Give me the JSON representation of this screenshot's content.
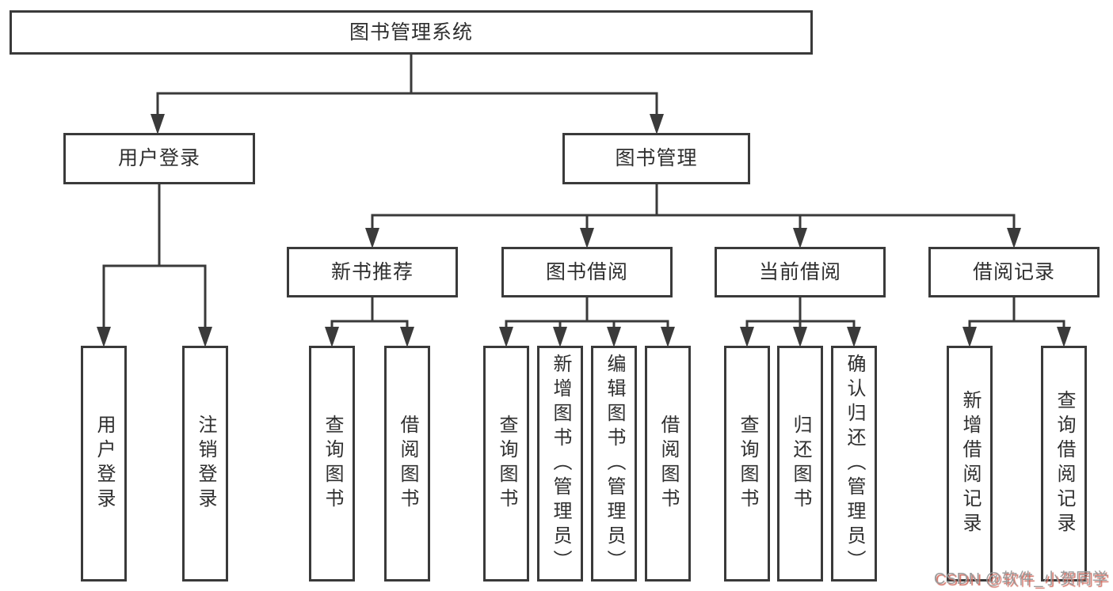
{
  "title": "图书管理系统",
  "tree": {
    "root": {
      "label": "图书管理系统"
    },
    "branches": [
      {
        "label": "用户登录",
        "children": [
          {
            "label": "用户登录"
          },
          {
            "label": "注销登录"
          }
        ]
      },
      {
        "label": "图书管理",
        "children": [
          {
            "label": "新书推荐",
            "children": [
              {
                "label": "查询图书"
              },
              {
                "label": "借阅图书"
              }
            ]
          },
          {
            "label": "图书借阅",
            "children": [
              {
                "label": "查询图书"
              },
              {
                "label": "新增图书（管理员）"
              },
              {
                "label": "编辑图书（管理员）"
              },
              {
                "label": "借阅图书"
              }
            ]
          },
          {
            "label": "当前借阅",
            "children": [
              {
                "label": "查询图书"
              },
              {
                "label": "归还图书"
              },
              {
                "label": "确认归还（管理员）"
              }
            ]
          },
          {
            "label": "借阅记录",
            "children": [
              {
                "label": "新增借阅记录"
              },
              {
                "label": "查询借阅记录"
              }
            ]
          }
        ]
      }
    ]
  },
  "watermark": {
    "text": "CSDN @软件_小贺同学"
  },
  "colors": {
    "line": "#3a3a3a",
    "text": "#2f2f2f",
    "background": "#ffffff",
    "watermark_gray": "#9b9b9b",
    "watermark_red": "#cf6a5e"
  }
}
